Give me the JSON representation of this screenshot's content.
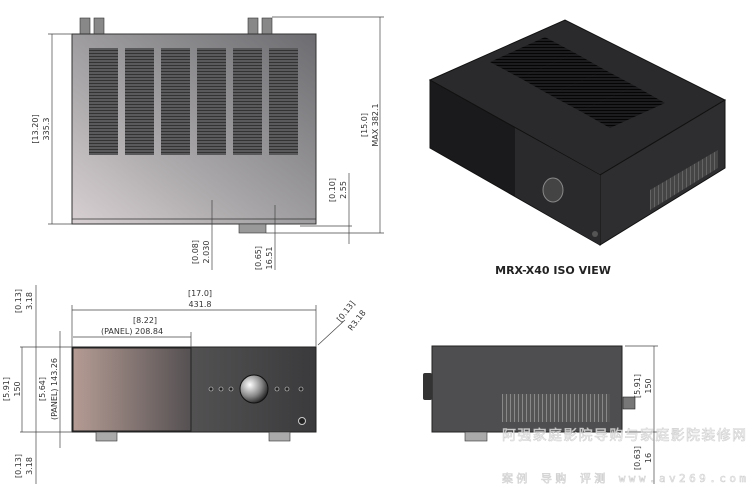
{
  "iso_view": {
    "label": "MRX-X40 ISO VIEW"
  },
  "top_view": {
    "depth_in": "[13.20]",
    "depth_mm": "335.3",
    "max_depth_in": "[15.0]",
    "max_depth_mm": "MAX 382.1",
    "offset_a_in": "[0.10]",
    "offset_a_mm": "2.55",
    "offset_b_in": "[0.08]",
    "offset_b_mm": "2.030",
    "knob_in": "[0.65]",
    "knob_mm": "16.51"
  },
  "front_view": {
    "width_in": "[17.0]",
    "width_mm": "431.8",
    "panel_width_in": "[8.22]",
    "panel_width_mm": "(PANEL) 208.84",
    "radius_in": "[0.13]",
    "radius_mm": "R3.18",
    "top_gap_in": "[0.13]",
    "top_gap_mm": "3.18",
    "bottom_gap_in": "[0.13]",
    "bottom_gap_mm": "3.18",
    "height_in": "[5.91]",
    "height_mm": "150",
    "panel_height_in": "[5.64]",
    "panel_height_mm": "(PANEL) 143.26"
  },
  "side_view": {
    "height_in": "[5.91]",
    "height_mm": "150",
    "foot_in": "[0.63]",
    "foot_mm": "16"
  },
  "watermark": {
    "line1": "阿强家庭影院导购与家庭影院装修网",
    "line2": "案例 导购 评测 www.av269.com"
  }
}
